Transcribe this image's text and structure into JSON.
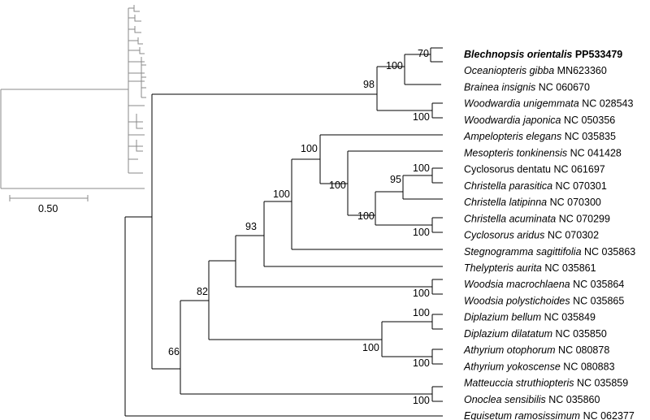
{
  "tree": {
    "scale_bar_label": "0.50",
    "taxa": [
      {
        "key": "blechnopsis",
        "species": "Blechnopsis orientalis",
        "accession": "PP533479",
        "highlight": true
      },
      {
        "key": "oceaniopteris",
        "species": "Oceaniopteris gibba",
        "accession": "MN623360"
      },
      {
        "key": "brainea",
        "species": "Brainea insignis",
        "accession": "NC 060670"
      },
      {
        "key": "woodwardia-unigemmata",
        "species": "Woodwardia unigemmata",
        "accession": "NC 028543"
      },
      {
        "key": "woodwardia-japonica",
        "species": "Woodwardia japonica",
        "accession": "NC 050356"
      },
      {
        "key": "ampelopteris",
        "species": "Ampelopteris elegans",
        "accession": "NC 035835"
      },
      {
        "key": "mesopteris",
        "species": "Mesopteris tonkinensis",
        "accession": "NC 041428"
      },
      {
        "key": "cyclosorus-dentatu",
        "species": "Cyclosorus dentatu",
        "accession": "NC 061697",
        "roman": true
      },
      {
        "key": "christella-parasitica",
        "species": "Christella parasitica",
        "accession": "NC 070301"
      },
      {
        "key": "christella-latipinna",
        "species": "Christella latipinna",
        "accession": "NC 070300"
      },
      {
        "key": "christella-acuminata",
        "species": "Christella acuminata",
        "accession": "NC 070299"
      },
      {
        "key": "cyclosorus-aridus",
        "species": "Cyclosorus aridus",
        "accession": "NC 070302"
      },
      {
        "key": "stegnogramma",
        "species": "Stegnogramma sagittifolia",
        "accession": "NC 035863"
      },
      {
        "key": "thelypteris",
        "species": "Thelypteris aurita",
        "accession": "NC 035861"
      },
      {
        "key": "woodsia-macrochlaena",
        "species": "Woodsia macrochlaena",
        "accession": "NC 035864"
      },
      {
        "key": "woodsia-polystichoides",
        "species": "Woodsia polystichoides",
        "accession": "NC 035865"
      },
      {
        "key": "diplazium-bellum",
        "species": "Diplazium bellum",
        "accession": "NC 035849"
      },
      {
        "key": "diplazium-dilatatum",
        "species": "Diplazium dilatatum",
        "accession": "NC 035850"
      },
      {
        "key": "athyrium-otophorum",
        "species": "Athyrium otophorum",
        "accession": "NC 080878"
      },
      {
        "key": "athyrium-yokoscense",
        "species": "Athyrium yokoscense",
        "accession": "NC 080883"
      },
      {
        "key": "matteuccia",
        "species": "Matteuccia struthiopteris",
        "accession": "NC 035859"
      },
      {
        "key": "onoclea",
        "species": "Onoclea sensibilis",
        "accession": "NC 035860"
      },
      {
        "key": "equisetum",
        "species": "Equisetum ramosissimum",
        "accession": "NC 062377"
      }
    ],
    "support_values": [
      {
        "node": "blechnopsis-oceaniopteris",
        "value": "70"
      },
      {
        "node": "blechnopsis-brainea",
        "value": "100"
      },
      {
        "node": "blechnaceae",
        "value": "98"
      },
      {
        "node": "woodwardia",
        "value": "100"
      },
      {
        "node": "thelypteridaceae-core",
        "value": "100"
      },
      {
        "node": "christella-cyclosorus",
        "value": "100"
      },
      {
        "node": "cyclosorus-christella-parasitica",
        "value": "100"
      },
      {
        "node": "christella-parasitica-latipinna",
        "value": "95"
      },
      {
        "node": "christella-acuminata-aridus",
        "value": "100"
      },
      {
        "node": "thelypteridaceae",
        "value": "100"
      },
      {
        "node": "thelypteridaceae-plus-thelypteris",
        "value": "100"
      },
      {
        "node": "woodsia-thelypteridaceae",
        "value": "93"
      },
      {
        "node": "woodsia",
        "value": "100"
      },
      {
        "node": "athyrium-clade",
        "value": "82"
      },
      {
        "node": "diplazium",
        "value": "100"
      },
      {
        "node": "athyriaceae",
        "value": "100"
      },
      {
        "node": "athyrium",
        "value": "100"
      },
      {
        "node": "eupolypods",
        "value": "66"
      },
      {
        "node": "onocleaceae",
        "value": "100"
      }
    ]
  }
}
